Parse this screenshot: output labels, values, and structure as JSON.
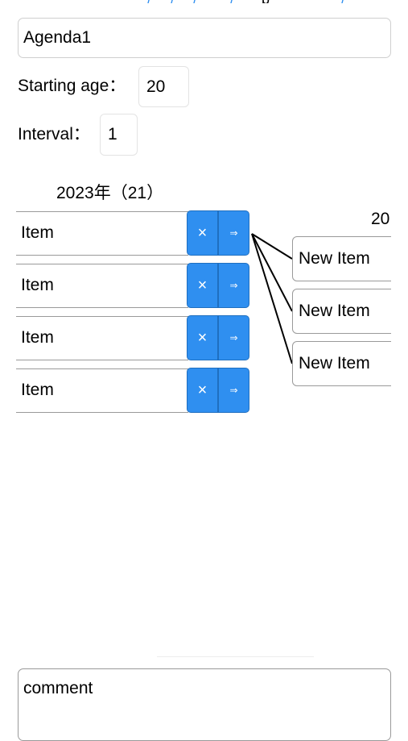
{
  "top_toolbar": {
    "glyph_1": "/",
    "glyph_2": "/",
    "glyph_3": "/",
    "glyph_4": "/",
    "glyph_5": "p",
    "glyph_6": "/"
  },
  "agenda": {
    "title": "Agenda1"
  },
  "settings": {
    "starting_age_label": "Starting age：",
    "starting_age_value": "20",
    "interval_label": "Interval：",
    "interval_value": "1"
  },
  "column_left": {
    "year_label": "2023年（21）",
    "items": [
      {
        "label": "Item",
        "delete_glyph": "×",
        "move_glyph": "⇒"
      },
      {
        "label": "Item",
        "delete_glyph": "×",
        "move_glyph": "⇒"
      },
      {
        "label": "Item",
        "delete_glyph": "×",
        "move_glyph": "⇒"
      },
      {
        "label": "Item",
        "delete_glyph": "×",
        "move_glyph": "⇒"
      }
    ]
  },
  "column_right": {
    "year_label": "20",
    "items": [
      {
        "label": "New Item"
      },
      {
        "label": "New Item"
      },
      {
        "label": "New Item"
      }
    ]
  },
  "comment": {
    "value": "comment"
  },
  "colors": {
    "accent": "#2f8ff0",
    "accent_border": "#1f6fc0",
    "toolbar_blue": "#2f8ff0",
    "border": "#cfcfcf",
    "line": "#9a9a9a"
  }
}
